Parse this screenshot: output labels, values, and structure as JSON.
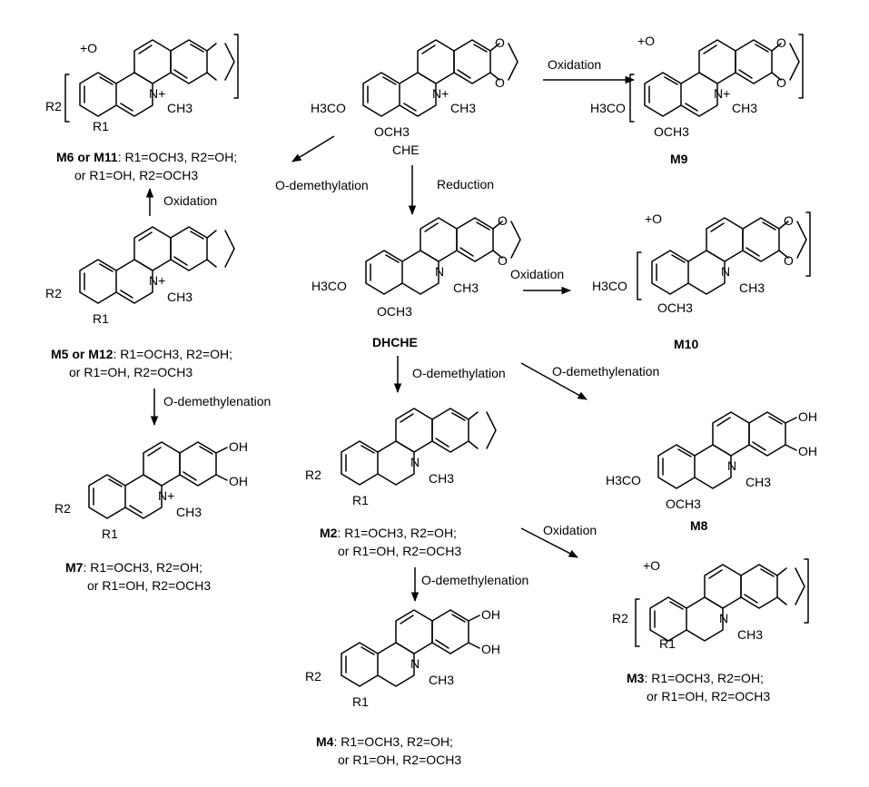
{
  "compounds": {
    "che": {
      "label": "CHE"
    },
    "dhche": {
      "label": "DHCHE"
    },
    "m9": {
      "label": "M9"
    },
    "m10": {
      "label": "M10"
    },
    "m8": {
      "label": "M8"
    },
    "m6_m11": {
      "label": "M6 or M11",
      "line1": "R1=OCH3, R2=OH;",
      "line2": "or R1=OH, R2=OCH3"
    },
    "m5_m12": {
      "label": "M5 or M12",
      "line1": "R1=OCH3, R2=OH;",
      "line2": "or R1=OH, R2=OCH3"
    },
    "m7": {
      "label": "M7",
      "line1": "R1=OCH3, R2=OH;",
      "line2": "or R1=OH, R2=OCH3"
    },
    "m2": {
      "label": "M2",
      "line1": "R1=OCH3, R2=OH;",
      "line2": "or R1=OH, R2=OCH3"
    },
    "m3": {
      "label": "M3",
      "line1": "R1=OCH3, R2=OH;",
      "line2": "or R1=OH, R2=OCH3"
    },
    "m4": {
      "label": "M4",
      "line1": "R1=OCH3, R2=OH;",
      "line2": "or R1=OH, R2=OCH3"
    }
  },
  "reactions": {
    "che_to_m9": "Oxidation",
    "che_to_m5": "O-demethylation",
    "che_to_dhche": "Reduction",
    "m5_to_m6": "Oxidation",
    "dhche_to_m10": "Oxidation",
    "m5_to_m7": "O-demethylenation",
    "dhche_to_m2": "O-demethylation",
    "dhche_to_m8": "O-demethylenation",
    "m2_to_m3": "Oxidation",
    "m2_to_m4": "O-demethylenation"
  },
  "atoms": {
    "oxo": "+O",
    "r1": "R1",
    "r2": "R2",
    "ch3": "CH3",
    "nplus": "N+",
    "n": "N",
    "h3co": "H3CO",
    "och3": "OCH3",
    "oh": "OH",
    "o": "O"
  }
}
